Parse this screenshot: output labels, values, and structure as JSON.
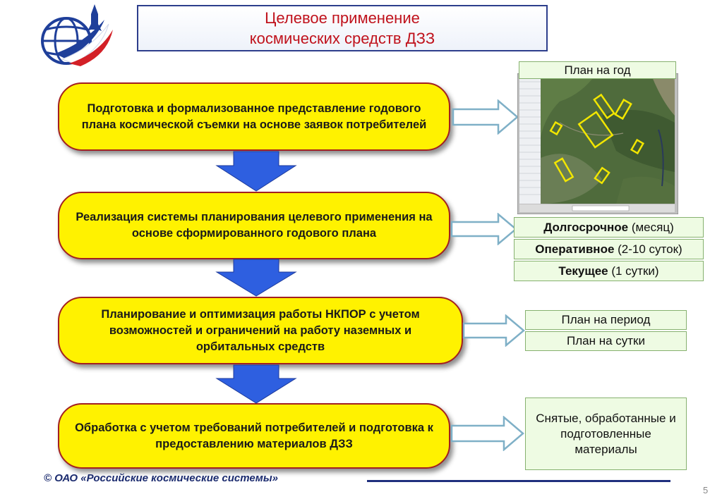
{
  "header": {
    "title_line1": "Целевое применение",
    "title_line2": "космических средств ДЗЗ"
  },
  "stages": [
    {
      "text": "Подготовка и формализованное представление годового плана космической съемки на основе заявок потребителей"
    },
    {
      "text": "Реализация системы планирования целевого применения  на основе сформированного годового плана"
    },
    {
      "text": "Планирование и оптимизация работы НКПОР с учетом возможностей и ограничений на работу наземных и орбитальных средств"
    },
    {
      "text": "Обработка с учетом требований потребителей и подготовка к предоставлению материалов ДЗЗ"
    }
  ],
  "outputs": {
    "year_plan": "План на год",
    "long_term": {
      "bold": "Долгосрочное",
      "rest": " (месяц)"
    },
    "operative": {
      "bold": "Оперативное",
      "rest": " (2-10 суток)"
    },
    "current": {
      "bold": "Текущее",
      "rest": " (1 сутки)"
    },
    "period_plan": "План на период",
    "day_plan": "План на сутки",
    "materials": "Снятые, обработанные и подготовленные материалы"
  },
  "footer": {
    "copyright": "©  ОАО «Российские космические системы»",
    "page_number": "5"
  },
  "colors": {
    "title_text": "#c0121c",
    "stage_fill": "#fff200",
    "stage_border": "#a32020",
    "down_arrow": "#2e5fe0",
    "output_box": "#eefbe3",
    "footer_text": "#1a2a6e"
  },
  "icons": {
    "logo": "rks-globe-logo",
    "down_arrow": "down-arrow-icon",
    "right_arrow": "right-arrow-icon",
    "map": "satellite-map-thumbnail"
  }
}
